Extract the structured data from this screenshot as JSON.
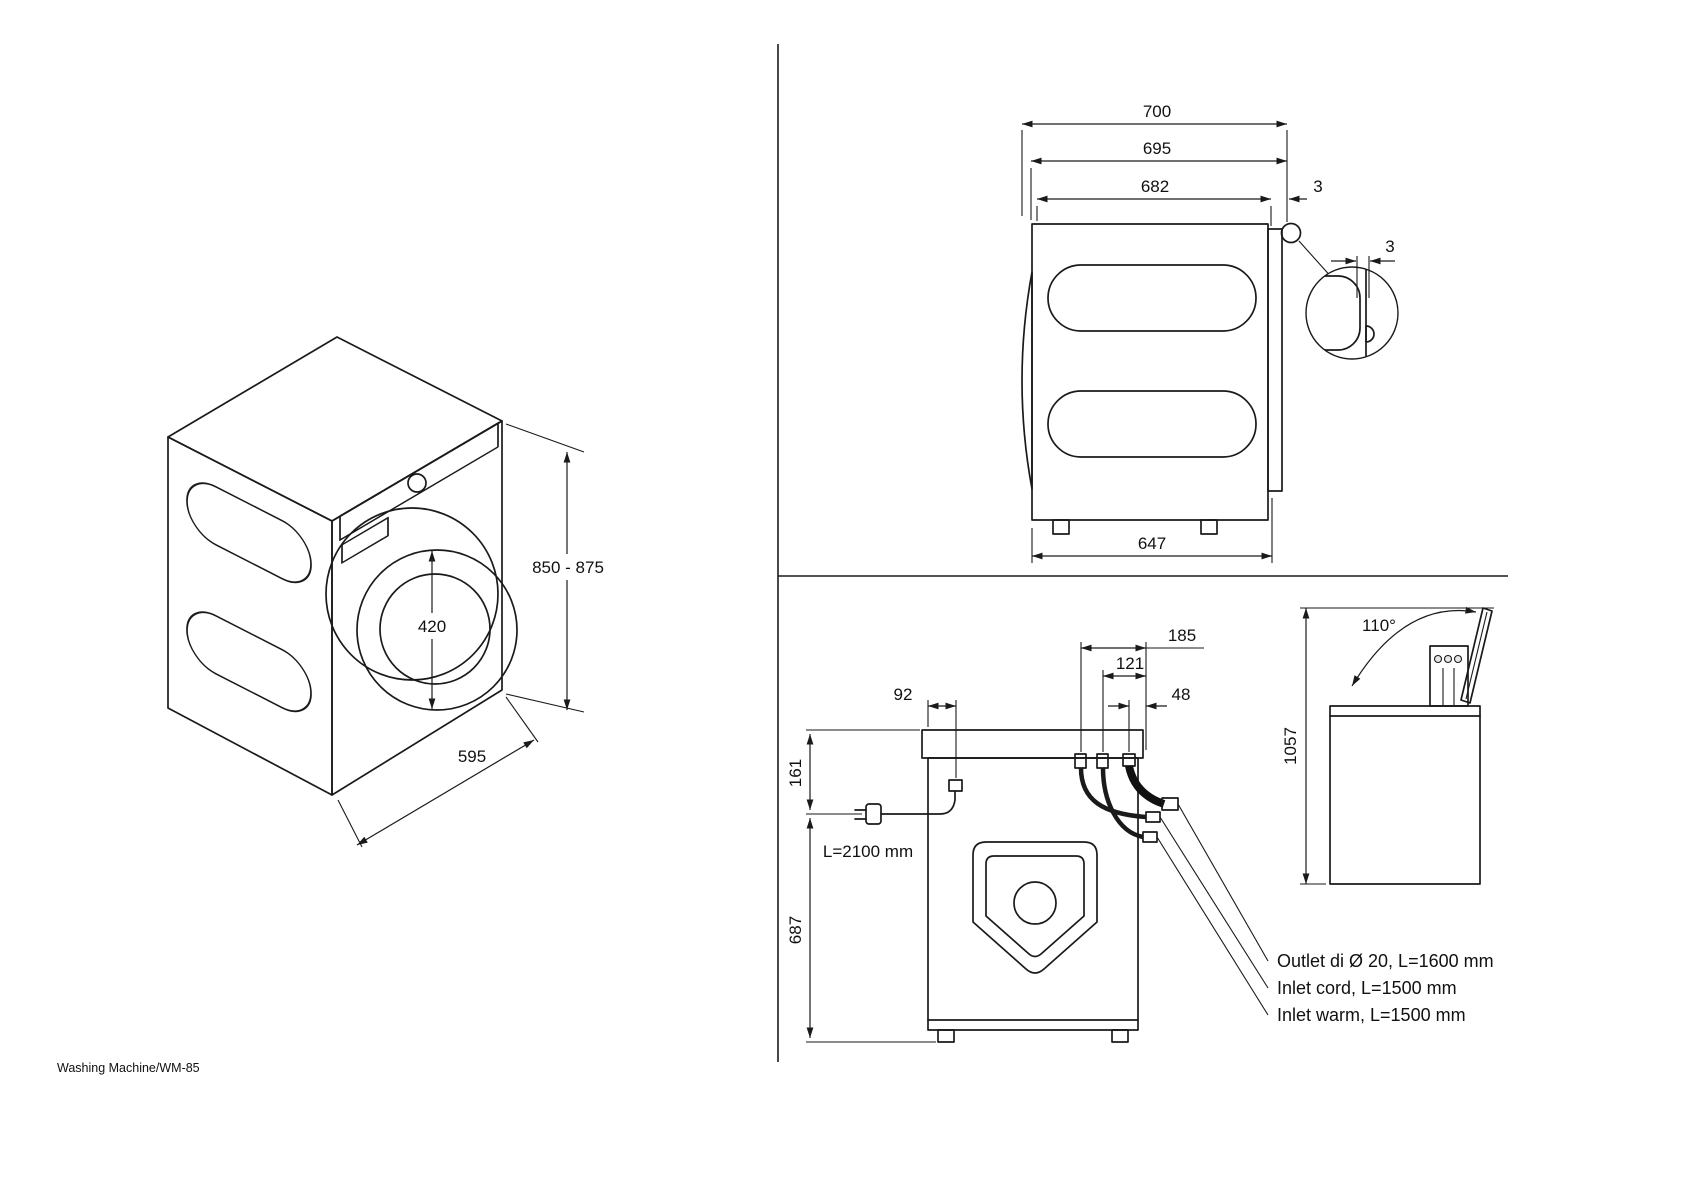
{
  "footer": {
    "label": "Washing Machine/WM-85"
  },
  "iso_view": {
    "dim_height": "850 - 875",
    "dim_width": "595",
    "dim_door": "420"
  },
  "side_view": {
    "dim_depth_total": "700",
    "dim_depth_mid": "695",
    "dim_depth_body": "682",
    "dim_gap_top": "3",
    "dim_gap_detail": "3",
    "dim_base": "647"
  },
  "rear_view": {
    "dim_cord_offset": "92",
    "dim_hose_a": "185",
    "dim_hose_b": "121",
    "dim_hose_c": "48",
    "dim_top_to_cord": "161",
    "dim_cord_to_floor": "687",
    "cord_note": "L=2100 mm",
    "label_outlet": "Outlet di Ø 20, L=1600 mm",
    "label_inlet_cord": "Inlet cord, L=1500 mm",
    "label_inlet_warm": "Inlet warm, L=1500 mm"
  },
  "lid_view": {
    "dim_angle": "110°",
    "dim_height_open": "1057"
  }
}
